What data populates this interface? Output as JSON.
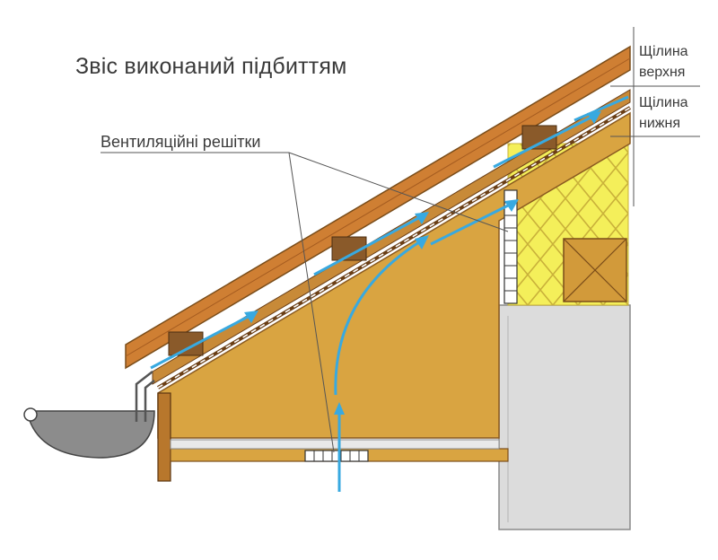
{
  "labels": {
    "title": "Звіс виконаний підбиттям",
    "vent_grilles": "Вентиляційні решітки",
    "gap_top_line1": "Щілина",
    "gap_top_line2": "верхня",
    "gap_bottom_line1": "Щілина",
    "gap_bottom_line2": "нижня"
  },
  "colors": {
    "wood": "#d9a441",
    "wood_dark": "#a56a22",
    "batten": "#8a5a2a",
    "insulation": "#f4ef5a",
    "concrete": "#dcdcdc",
    "gutter": "#8c8c8c",
    "airflow": "#38a9e0",
    "tile": "#c9782f"
  }
}
